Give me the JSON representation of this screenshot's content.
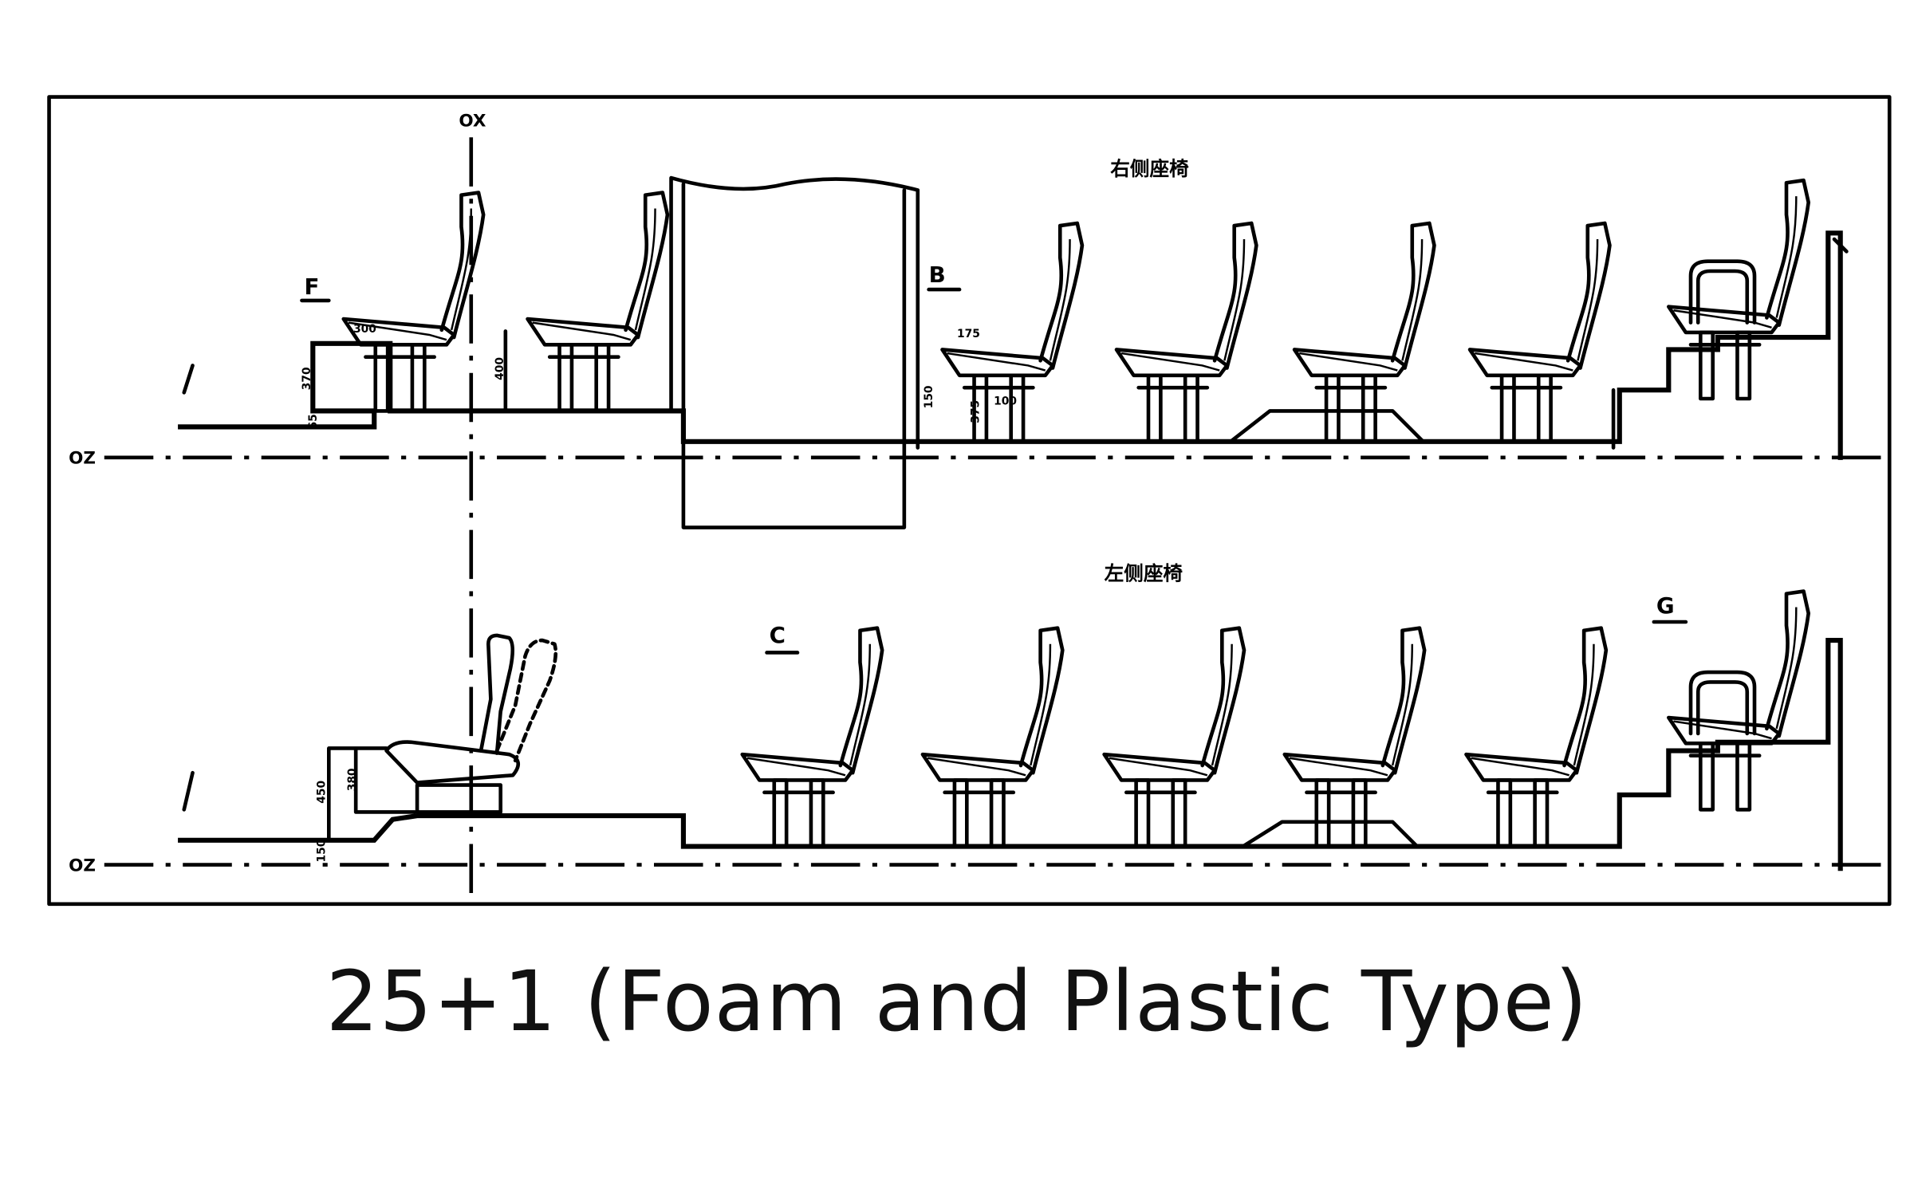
{
  "caption": "25+1 (Foam and Plastic Type)",
  "axes": {
    "ox": "OX",
    "oz_upper": "OZ",
    "oz_lower": "OZ"
  },
  "sections": {
    "right_side_seats": "右侧座椅",
    "left_side_seats": "左侧座椅"
  },
  "view_markers": {
    "f": "F",
    "b": "B",
    "c": "C",
    "g": "G"
  },
  "dimensions": {
    "f_width": "300",
    "f_height": "370",
    "f_step": "65",
    "row1_seat2_height": "400",
    "b_width": "175",
    "b_height": "150",
    "b_leg": "375",
    "b_base": "100",
    "driver_height_outer": "450",
    "driver_height_inner": "380",
    "driver_step": "150"
  }
}
